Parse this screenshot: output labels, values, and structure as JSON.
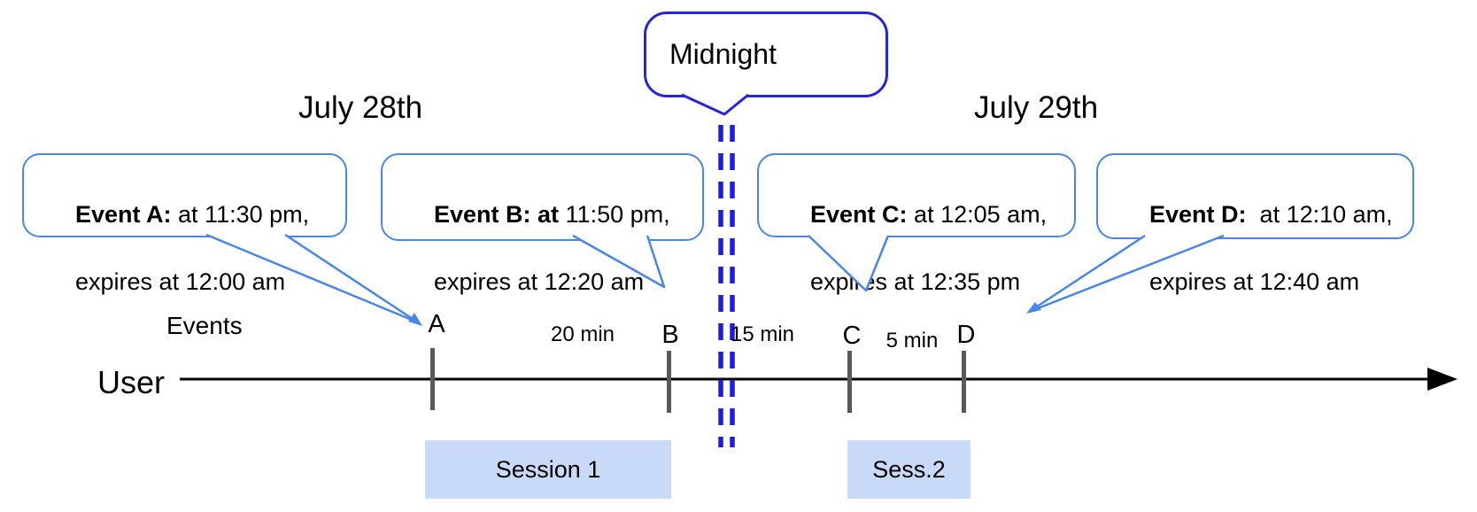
{
  "diagram": {
    "dates": [
      {
        "label": "July 28th"
      },
      {
        "label": "July 29th"
      }
    ],
    "midnight": {
      "label": "Midnight"
    },
    "events": [
      {
        "id": "A",
        "bold": "Event A:",
        "rest": " at 11:30 pm,",
        "line2": "expires at 12:00 am"
      },
      {
        "id": "B",
        "bold": "Event B: at",
        "rest": " 11:50 pm,",
        "line2": "expires at 12:20 am"
      },
      {
        "id": "C",
        "bold": "Event C:",
        "rest": " at 12:05 am,",
        "line2": "expires at 12:35 pm"
      },
      {
        "id": "D",
        "bold": "Event D:",
        "rest": "  at 12:10 am,",
        "line2": "expires at 12:40 am"
      }
    ],
    "axis": {
      "events_label": "Events",
      "user_label": "User"
    },
    "intervals": [
      {
        "label": "20 min"
      },
      {
        "label": "15 min"
      },
      {
        "label": "5 min"
      }
    ],
    "sessions": [
      {
        "label": "Session 1"
      },
      {
        "label": "Sess.2"
      }
    ],
    "colors": {
      "event_callout_border": "#4a86e8",
      "midnight_border": "#2626d9",
      "midnight_dash": "#1c1ce6",
      "session_fill": "#c9daf8",
      "tick": "#595959",
      "timeline": "#000000"
    }
  }
}
